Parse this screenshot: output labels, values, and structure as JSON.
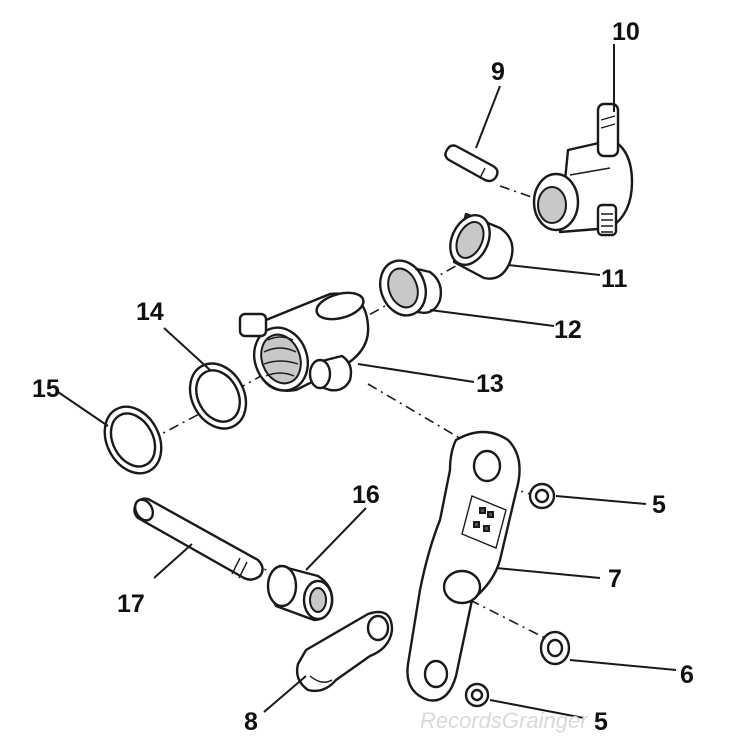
{
  "callouts": {
    "c5a": "5",
    "c5b": "5",
    "c6": "6",
    "c7": "7",
    "c8": "8",
    "c9": "9",
    "c10": "10",
    "c11": "11",
    "c12": "12",
    "c13": "13",
    "c14": "14",
    "c15": "15",
    "c16": "16",
    "c17": "17"
  },
  "watermark": "RecordsGrainger"
}
